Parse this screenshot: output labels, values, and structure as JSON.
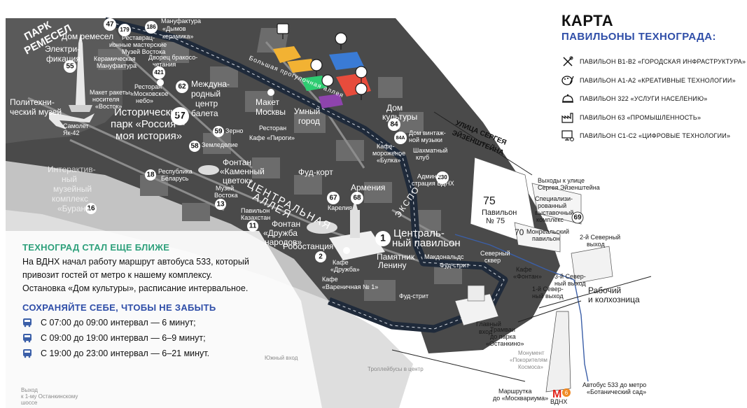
{
  "legend": {
    "title": "КАРТА",
    "subtitle": "ПАВИЛЬОНЫ ТЕХНОГРАДА:",
    "items": [
      {
        "label": "ПАВИЛЬОН В1-В2 «ГОРОДСКАЯ ИНФРАСТРУКТУРА»",
        "icon": "tools-icon",
        "color": "#f2b233"
      },
      {
        "label": "ПАВИЛЬОН А1-А2 «КРЕАТИВНЫЕ ТЕХНОЛОГИИ»",
        "icon": "palette-icon",
        "color": "#3a7bd5"
      },
      {
        "label": "ПАВИЛЬОН 322 «УСЛУГИ НАСЕЛЕНИЮ»",
        "icon": "services-icon",
        "color": "#8e44ad"
      },
      {
        "label": "ПАВИЛЬОН 63 «ПРОМЫШЛЕННОСТЬ»",
        "icon": "factory-icon",
        "color": "#e74c3c"
      },
      {
        "label": "ПАВИЛЬОН С1-С2 «ЦИФРОВЫЕ ТЕХНОЛОГИИ»",
        "icon": "computer-icon",
        "color": "#2ecc71"
      }
    ]
  },
  "info": {
    "heading1": "ТЕХНОГРАД СТАЛ ЕЩЕ БЛИЖЕ",
    "paragraph": "На ВДНХ начал работу маршрут автобуса 533, который привозит гостей от метро к нашему комплексу. Остановка «Дом культуры», расписание интервальное.",
    "heading2": "СОХРАНЯЙТЕ СЕБЕ, ЧТОБЫ НЕ ЗАБЫТЬ",
    "schedule": [
      "С 07:00 до 09:00 интервал — 6 минут;",
      "С 09:00 до 19:00 интервал — 6–9 минут;",
      "С 19:00 до 23:00 интервал — 6–21 минут."
    ]
  },
  "map": {
    "park_name_1": "ПАРК",
    "park_name_2": "РЕМЕСЕЛ",
    "labels": {
      "dom_remesel": "Дом ремесел",
      "electrification_1": "Электри-",
      "electrification_2": "фикация",
      "politech_1": "Политехни-",
      "politech_2": "ческий музей",
      "samolet_1": "Самолет",
      "samolet_2": "Як-42",
      "maket_1": "Макет ракеты-",
      "maket_2": "носителя",
      "maket_3": "«Восток»",
      "istpark_1": "Исторический",
      "istpark_2": "парк «Россия –",
      "istpark_3": "моя история»",
      "ballet_1": "Междуна-",
      "ballet_2": "родный",
      "ballet_3": "центр",
      "ballet_4": "балета",
      "manufactura_1": "Мануфактура",
      "manufactura_2": "«Дымов",
      "manufactura_3": "керамика»",
      "restoran_1": "Ресторан",
      "restoran_2": "«Московское",
      "restoran_3": "небо»",
      "maket_moskvy_1": "Макет",
      "maket_moskvy_2": "Москвы",
      "umny_gorod_1": "Умный",
      "umny_gorod_2": "город",
      "dom_kultury_1": "Дом",
      "dom_kultury_2": "культуры",
      "zerno": "Зерно",
      "kafe_pirogi": "Кафе «Пироги»",
      "zemledelie": "Земледелие",
      "fontan_kamen_1": "Фонтан",
      "fontan_kamen_2": "«Каменный",
      "fontan_kamen_3": "цветок»",
      "respublika_1": "Республика",
      "respublika_2": "Беларусь",
      "muzei_vostoka_1": "Музей",
      "muzei_vostoka_2": "Востока",
      "kazahstan_1": "Павильон",
      "kazahstan_2": "Казахстан",
      "central_alley_1": "ЦЕНТРАЛЬНАЯ",
      "central_alley_2": "АЛЛЕЯ",
      "fontan_druzhba_1": "Фонтан",
      "fontan_druzhba_2": "«Дружба",
      "fontan_druzhba_3": "народов»",
      "robostancia": "Робостанция",
      "fud_kort": "Фуд-корт",
      "armenia": "Армения",
      "karelia": "Карелия",
      "ekspo": "ЭКСПО",
      "central_pav_1": "Централь-",
      "central_pav_2": "ный павильон",
      "pamyatnik_1": "Памятник",
      "pamyatnik_2": "Ленину",
      "kafe_bulka_1": "Кафе-",
      "kafe_bulka_2": "мороженое",
      "kafe_bulka_3": "«Булка»",
      "shahmat_1": "Шахматный",
      "shahmat_2": "клуб",
      "admin_1": "Админи-",
      "admin_2": "страция ВДНХ",
      "big_alley": "Большая прогулочная аллея",
      "street_1": "УЛИЦА СЕРГЕЯ",
      "street_2": "ЭЙЗЕНШТЕЙНА",
      "pav75_1": "Павильон",
      "pav75_2": "№ 75",
      "pav75_num": "75",
      "vyhody_1": "Выходы к улице",
      "vyhody_2": "Сергея Эйзенштейна",
      "spec_1": "Специализи-",
      "spec_2": "рованный",
      "spec_3": "выставочный",
      "spec_4": "комплекс",
      "monreal_1": "Монреальский",
      "monreal_2": "павильон",
      "mcdonalds": "Макдональдс",
      "sever_skver_1": "Северный",
      "sever_skver_2": "сквер",
      "fud_strit": "Фуд-стрит",
      "fud_strit_2": "Фуд-стрит",
      "kafe_druzhba_1": "Кафе",
      "kafe_druzhba_2": "«Дружба»",
      "kafe_varenichnaya_1": "Кафе",
      "kafe_varenichnaya_2": "«Вареничная № 1»",
      "kafe_fontan_1": "Кафе",
      "kafe_fontan_2": "«Фонтан»",
      "third_north_1": "3-й Север-",
      "third_north_2": "ный выход",
      "first_north_1": "1-й Север-",
      "first_north_2": "ный выход",
      "second_north_1": "2-й Северный",
      "second_north_2": "выход",
      "rabochiy_1": "Рабочий",
      "rabochiy_2": "и колхозница",
      "glavny_1": "Главный",
      "glavny_2": "вход",
      "tramvai_1": "Трамваи",
      "tramvai_2": "до парка",
      "tramvai_3": "«Останкино»",
      "monument_1": "Монумент",
      "monument_2": "«Покорителям",
      "monument_3": "Космоса»",
      "marshrutka_1": "Маршрутка",
      "marshrutka_2": "до «Москвариума»",
      "vdnh": "ВДНХ",
      "metro_line": "6",
      "bus533_1": "Автобус 533 до метро",
      "bus533_2": "«Ботанический сад»",
      "interactive_1": "Интерактив-",
      "interactive_2": "ный",
      "interactive_3": "музейный",
      "interactive_4": "комплекс",
      "interactive_5": "«Буран»",
      "yuzhny": "Южный вход",
      "trolleybus": "Троллейбусы в центр",
      "vyhod_ostank_1": "Выход",
      "vyhod_ostank_2": "к 1-му Останкинскому",
      "vyhod_ostank_3": "шоссе",
      "rest_mast_1": "Реставрац-",
      "rest_mast_2": "ионные мастерские",
      "dvorec_1": "Дворец бракосо-",
      "dvorec_2": "четания",
      "kafe_restoran": "Ресторан",
      "dom_vint_1": "Дом винтаж-",
      "dom_vint_2": "ной музыки",
      "kerm_manuf_1": "Керамическая",
      "kerm_manuf_2": "Мануфактура",
      "muzei_vostoka_top": "Музей Востока"
    },
    "numbers": [
      "47",
      "179",
      "186",
      "55",
      "62",
      "421",
      "57",
      "59",
      "58",
      "18",
      "13",
      "11",
      "84",
      "84А",
      "230",
      "67",
      "68",
      "1",
      "2",
      "69",
      "70",
      "16"
    ]
  }
}
